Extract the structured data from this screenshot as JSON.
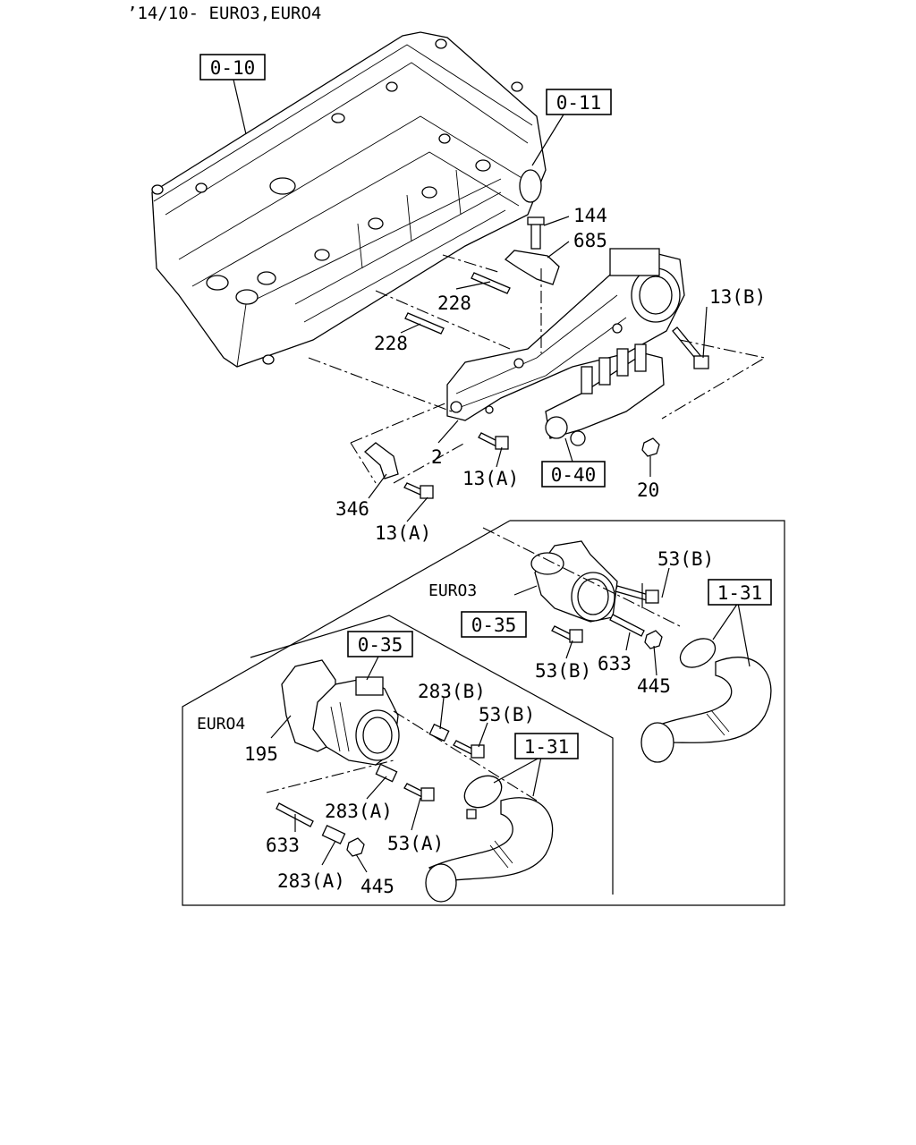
{
  "header": {
    "text": "’14/10- EURO3,EURO4"
  },
  "ref_boxes": {
    "r010": "0-10",
    "r011": "0-11",
    "r040": "0-40",
    "r035a": "0-35",
    "r035b": "0-35",
    "r131a": "1-31",
    "r131b": "1-31"
  },
  "callouts": {
    "c144": "144",
    "c685": "685",
    "c13b": "13(B)",
    "c228a": "228",
    "c228b": "228",
    "c2": "2",
    "c13a1": "13(A)",
    "c20": "20",
    "c346": "346",
    "c13a2": "13(A)",
    "c53b1": "53(B)",
    "c633a": "633",
    "c53b2": "53(B)",
    "c445a": "445",
    "c283b": "283(B)",
    "c53b3": "53(B)",
    "c195": "195",
    "c283a1": "283(A)",
    "c53a": "53(A)",
    "c633b": "633",
    "c283a2": "283(A)",
    "c445b": "445"
  },
  "variants": {
    "euro3": "EURO3",
    "euro4": "EURO4"
  }
}
